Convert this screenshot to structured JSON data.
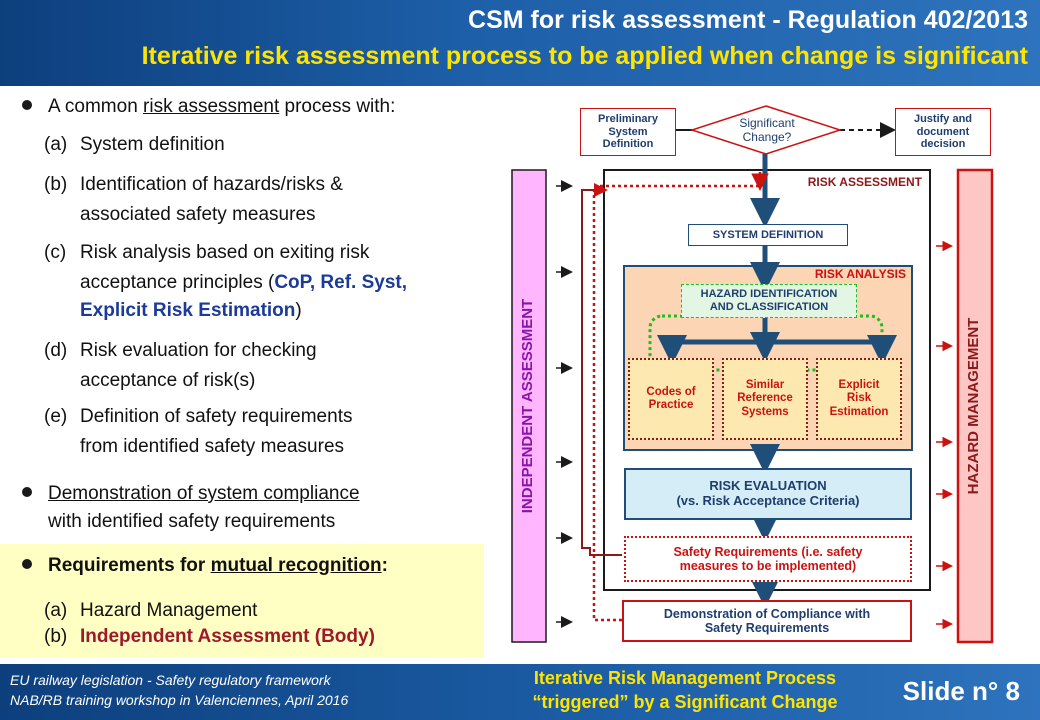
{
  "header": {
    "title": "CSM for risk assessment  - Regulation 402/2013",
    "subtitle": "Iterative risk assessment process to be applied when change is significant"
  },
  "left": {
    "bullet1": {
      "pre": "A common ",
      "u": "risk assessment",
      "post": " process with:"
    },
    "items": [
      {
        "key": "(a)",
        "lines": [
          "System definition"
        ]
      },
      {
        "key": "(b)",
        "lines": [
          "Identification of hazards/risks &",
          "associated safety measures"
        ]
      },
      {
        "key": "(c)",
        "line1": "Risk analysis based on exiting risk",
        "line2_pre": "acceptance principles (",
        "line2_bold": "CoP, Ref. Syst,",
        "line3_bold": "Explicit Risk Estimation",
        "line3_post": ")"
      },
      {
        "key": "(d)",
        "lines": [
          "Risk evaluation for checking",
          "acceptance of risk(s)"
        ]
      },
      {
        "key": "(e)",
        "lines": [
          "Definition of safety requirements",
          "from identified safety measures"
        ]
      }
    ],
    "bullet2": {
      "u": "Demonstration of system compliance",
      "line2": "with identified safety requirements"
    },
    "bullet3": {
      "pre": "Requirements for ",
      "u": "mutual recognition",
      "post": ":"
    },
    "mutual": [
      {
        "key": "(a)",
        "text": "Hazard Management"
      },
      {
        "key": "(b)",
        "text": "Independent  Assessment (Body)"
      }
    ]
  },
  "diagram": {
    "prelim": [
      "Preliminary",
      "System",
      "Definition"
    ],
    "significant": [
      "Significant",
      "Change?"
    ],
    "justify": [
      "Justify and",
      "document",
      "decision"
    ],
    "risk_assessment": "RISK ASSESSMENT",
    "system_definition": "SYSTEM DEFINITION",
    "risk_analysis": "RISK ANALYSIS",
    "hazard_id": [
      "HAZARD IDENTIFICATION",
      "AND CLASSIFICATION"
    ],
    "cop": [
      "Codes of",
      "Practice"
    ],
    "similar": [
      "Similar",
      "Reference",
      "Systems"
    ],
    "explicit": [
      "Explicit",
      "Risk",
      "Estimation"
    ],
    "risk_eval": [
      "RISK EVALUATION",
      "(vs. Risk Acceptance Criteria)"
    ],
    "safety_req": [
      "Safety Requirements (i.e. safety",
      "measures to be implemented)"
    ],
    "demo": [
      "Demonstration of Compliance with",
      "Safety Requirements"
    ],
    "independent": "INDEPENDENT ASSESSMENT",
    "hazard_mgmt": "HAZARD  MANAGEMENT"
  },
  "footer": {
    "line1": "EU railway legislation - Safety regulatory framework",
    "line2": "NAB/RB training workshop in Valenciennes,  April 2016",
    "center1": "Iterative Risk Management Process",
    "center2": "“triggered” by a Significant Change",
    "slide": "Slide  n° 8"
  }
}
